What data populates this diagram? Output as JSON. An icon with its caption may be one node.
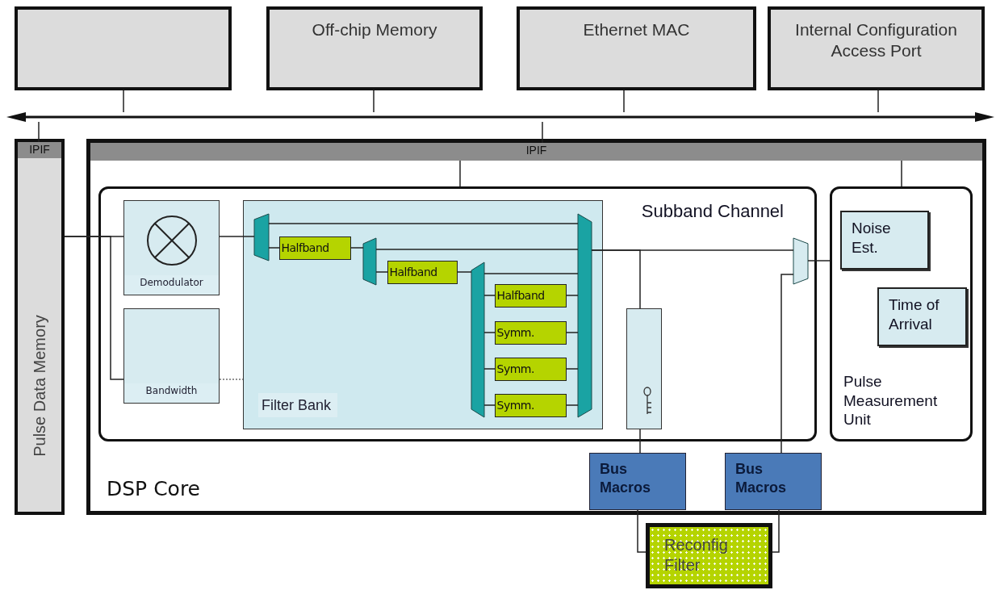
{
  "diagram": {
    "nodes": [
      {
        "text": [],
        "shape": "box"
      },
      {
        "text": [
          "Off-chip Memory"
        ]
      },
      {
        "text": [
          "Ethernet MAC"
        ]
      },
      {
        "text": [
          "Internal Configuration Access Port"
        ]
      },
      {
        "text": [],
        "shape": "bar"
      },
      {
        "text": [
          "Pulse Data Memory"
        ]
      },
      {
        "text": [
          "IPIF"
        ],
        "in": 5
      },
      {
        "text": [
          "DSP Core"
        ]
      },
      {
        "text": [
          "IPIF"
        ],
        "in": 7
      },
      {
        "text": [
          "Subband Channel"
        ],
        "in": 7
      },
      {
        "text": [
          "Demodulator"
        ],
        "in": 9
      },
      {
        "text": [
          "Bandwidth"
        ],
        "in": 9
      },
      {
        "text": [
          "Filter Bank"
        ],
        "in": 9
      },
      {
        "text": [],
        "shape": "trapezoid",
        "in": 12
      },
      {
        "text": [
          "Halfband"
        ],
        "in": 12
      },
      {
        "text": [],
        "shape": "trapezoid",
        "in": 12
      },
      {
        "text": [
          "Halfband"
        ],
        "in": 12
      },
      {
        "text": [],
        "shape": "trapezoid",
        "in": 12
      },
      {
        "text": [
          "Halfband"
        ],
        "in": 12
      },
      {
        "text": [
          "Symm."
        ],
        "in": 12
      },
      {
        "text": [
          "Symm."
        ],
        "in": 12
      },
      {
        "text": [
          "Symm."
        ],
        "in": 12
      },
      {
        "text": [],
        "shape": "trapezoid",
        "in": 12
      },
      {
        "text": [],
        "shape": "box",
        "in": 9
      },
      {
        "text": [],
        "shape": "trapezoid",
        "in": 9
      },
      {
        "text": [
          "Pulse Measurement Unit"
        ],
        "in": 7
      },
      {
        "text": [
          "Noise Est."
        ],
        "in": 25
      },
      {
        "text": [
          "Time of Arrival"
        ],
        "in": 25
      },
      {
        "text": [
          "Bus Macros"
        ],
        "in": 7
      },
      {
        "text": [
          "Bus Macros"
        ],
        "in": 7
      },
      {
        "text": [
          "Reconfig Filter"
        ]
      }
    ],
    "edges": [
      {
        "from": 0,
        "to": 4,
        "arrow": "none"
      },
      {
        "from": 1,
        "to": 4,
        "arrow": "none"
      },
      {
        "from": 2,
        "to": 4,
        "arrow": "none"
      },
      {
        "from": 3,
        "to": 4,
        "arrow": "none"
      },
      {
        "from": 6,
        "to": 4,
        "arrow": "none"
      },
      {
        "from": 8,
        "to": 4,
        "arrow": "none"
      },
      {
        "from": 8,
        "to": 9,
        "arrow": "none"
      },
      {
        "from": 8,
        "to": 25,
        "arrow": "none"
      },
      {
        "from": 5,
        "to": 10,
        "arrow": "none"
      },
      {
        "from": 5,
        "to": 11,
        "arrow": "none"
      },
      {
        "from": 11,
        "to": 12,
        "arrow": "none",
        "style": "dashed"
      },
      {
        "from": 10,
        "to": 13,
        "arrow": "none"
      },
      {
        "from": 13,
        "to": 22,
        "arrow": "none"
      },
      {
        "from": 13,
        "to": 14,
        "arrow": "none"
      },
      {
        "from": 14,
        "to": 15,
        "arrow": "none"
      },
      {
        "from": 15,
        "to": 22,
        "arrow": "none"
      },
      {
        "from": 15,
        "to": 16,
        "arrow": "none"
      },
      {
        "from": 16,
        "to": 17,
        "arrow": "none"
      },
      {
        "from": 17,
        "to": 22,
        "arrow": "none"
      },
      {
        "from": 17,
        "to": 18,
        "arrow": "none"
      },
      {
        "from": 17,
        "to": 19,
        "arrow": "none"
      },
      {
        "from": 17,
        "to": 20,
        "arrow": "none"
      },
      {
        "from": 17,
        "to": 21,
        "arrow": "none"
      },
      {
        "from": 18,
        "to": 22,
        "arrow": "none"
      },
      {
        "from": 19,
        "to": 22,
        "arrow": "none"
      },
      {
        "from": 20,
        "to": 22,
        "arrow": "none"
      },
      {
        "from": 21,
        "to": 22,
        "arrow": "none"
      },
      {
        "from": 22,
        "to": 24,
        "arrow": "none"
      },
      {
        "from": 22,
        "to": 23,
        "arrow": "none"
      },
      {
        "from": 24,
        "to": 25,
        "arrow": "none"
      },
      {
        "from": 29,
        "to": 24,
        "arrow": "none"
      },
      {
        "from": 23,
        "to": 28,
        "arrow": "none"
      },
      {
        "from": 28,
        "to": 30,
        "arrow": "none"
      },
      {
        "from": 29,
        "to": 30,
        "arrow": "none"
      }
    ]
  }
}
